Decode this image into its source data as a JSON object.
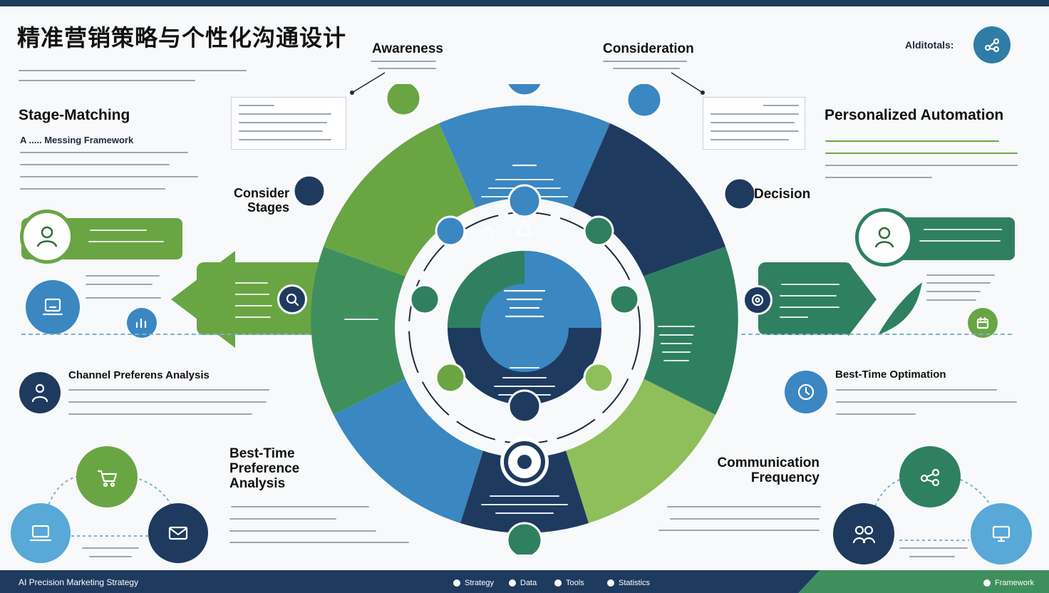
{
  "title": "精准营销策略与个性化沟通设计",
  "top_right": {
    "label": "Alditotals:"
  },
  "left": {
    "stage_matching": "Stage-Matching",
    "framework_heading": "A ..... Messing Framework",
    "channel_heading": "Channel Preferens Analysis"
  },
  "right": {
    "personalized_automation": "Personalized Automation",
    "best_time": "Best-Time Optimation"
  },
  "wheel": {
    "awareness": "Awareness",
    "consideration": "Consideration",
    "consider_stages": "Consider Stages",
    "decision": "Decision",
    "best_time_analysis": "Best-Time Preference Analysis",
    "communication_frequency": "Communication Frequency"
  },
  "footer": {
    "left": "AI Precision Marketing Strategy",
    "items": [
      "Strategy",
      "Data",
      "Tools",
      "Statistics"
    ],
    "right": "Framework"
  },
  "colors": {
    "navy": "#1f3a5f",
    "green": "#6aa544",
    "light_green": "#8fbf5a",
    "blue": "#3a87c2",
    "light_blue": "#58a8d8",
    "teal": "#2f8060"
  }
}
